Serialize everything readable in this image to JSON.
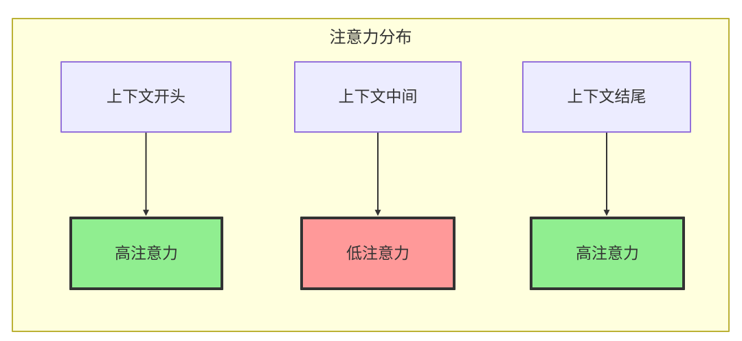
{
  "diagram": {
    "title": "注意力分布",
    "container": {
      "fill": "#ffffde",
      "stroke": "#bbb135"
    },
    "nodes": {
      "context_start": {
        "label": "上下文开头",
        "fill": "#ececff",
        "stroke": "#9370db"
      },
      "context_middle": {
        "label": "上下文中间",
        "fill": "#ececff",
        "stroke": "#9370db"
      },
      "context_end": {
        "label": "上下文结尾",
        "fill": "#ececff",
        "stroke": "#9370db"
      },
      "attention_start": {
        "label": "高注意力",
        "fill": "#90ee90",
        "stroke": "#333333"
      },
      "attention_middle": {
        "label": "低注意力",
        "fill": "#ff9999",
        "stroke": "#333333"
      },
      "attention_end": {
        "label": "高注意力",
        "fill": "#90ee90",
        "stroke": "#333333"
      }
    },
    "edges": [
      {
        "name": "edge-context-start-to-attention-start",
        "from": "context_start",
        "to": "attention_start",
        "label": ""
      },
      {
        "name": "edge-context-middle-to-attention-middle",
        "from": "context_middle",
        "to": "attention_middle",
        "label": ""
      },
      {
        "name": "edge-context-end-to-attention-end",
        "from": "context_end",
        "to": "attention_end",
        "label": ""
      }
    ],
    "edge_color": "#333333"
  }
}
